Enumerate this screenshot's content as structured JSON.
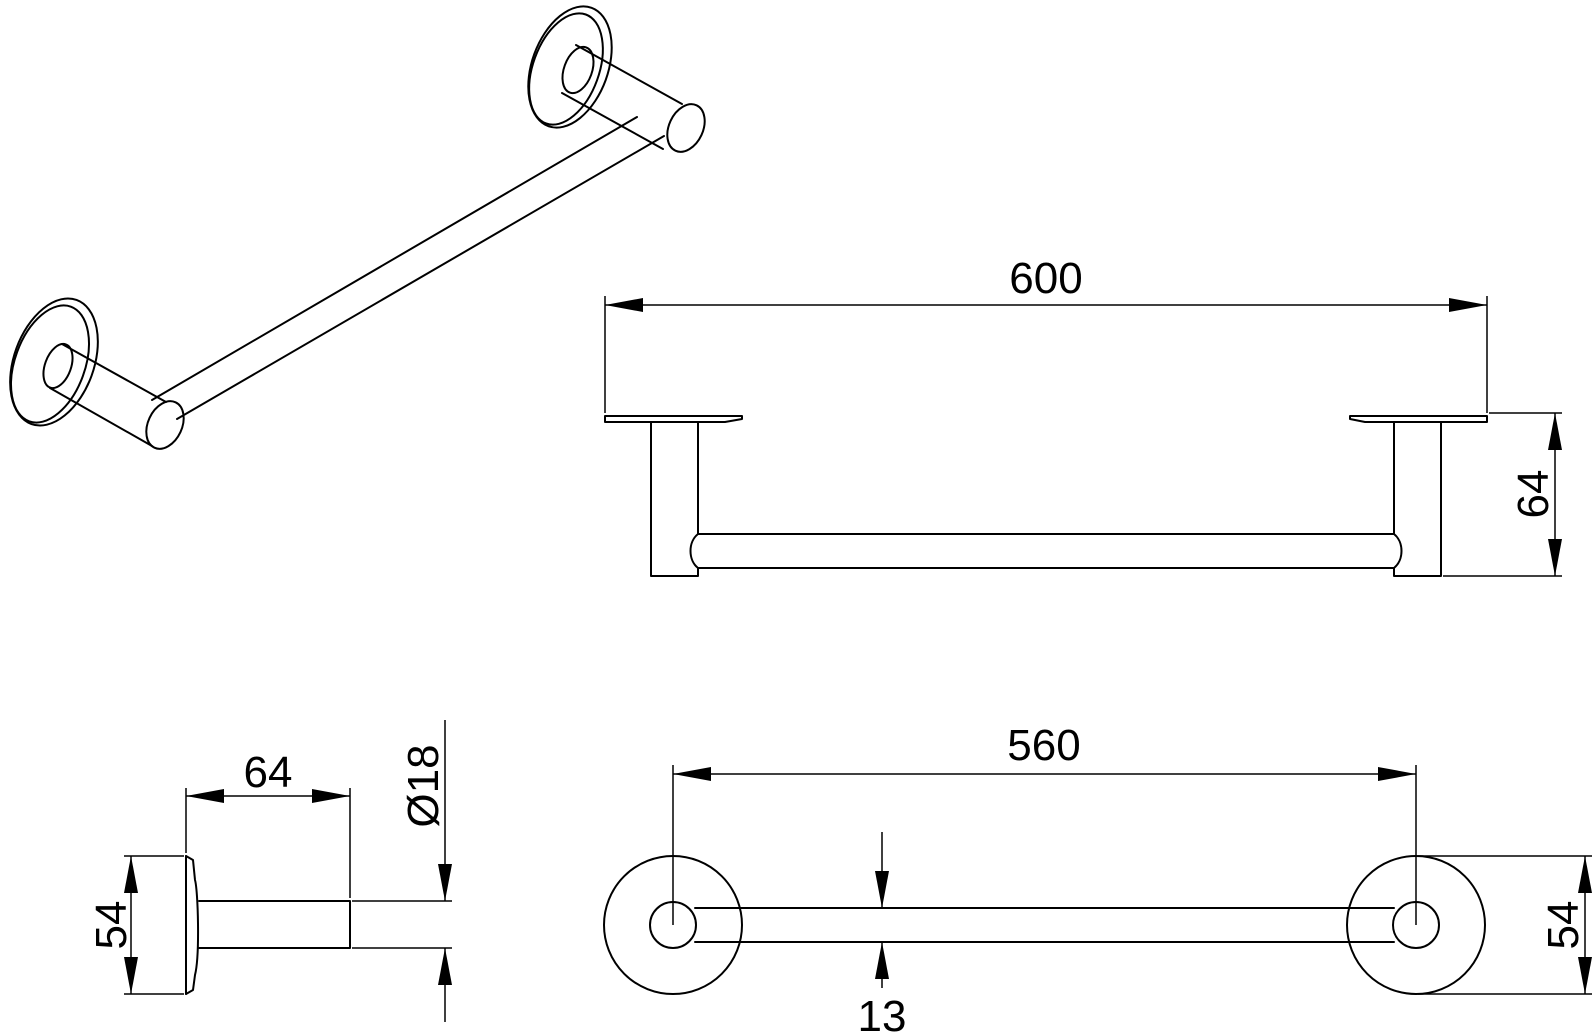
{
  "dimensions": {
    "overall_length": "600",
    "projection_front": "64",
    "projection_side": "64",
    "bar_diameter": "Ø18",
    "base_height_side": "54",
    "center_distance": "560",
    "bar_offset": "13",
    "base_diameter_top": "54"
  },
  "colors": {
    "line": "#000000",
    "background": "#ffffff"
  }
}
